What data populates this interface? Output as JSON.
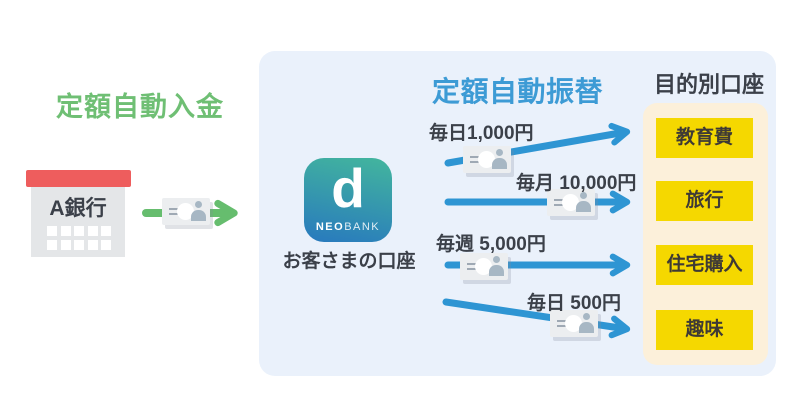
{
  "colors": {
    "deposit_green": "#6FBF74",
    "transfer_blue": "#3D9BD5",
    "arrow_blue": "#2E95D3",
    "arrow_green": "#66BD6E",
    "panel_light_blue": "#EAF1FB",
    "panel_cream": "#FCF0DA",
    "account_yellow": "#F5D800",
    "bank_roof_red": "#EE5D5D",
    "text_dark": "#3B4049"
  },
  "deposit_section": {
    "title": "定額自動入金",
    "bank_name": "A銀行"
  },
  "customer_account": {
    "app_letter": "d",
    "brand_neo": "NEO",
    "brand_bank": "BANK",
    "label": "お客さまの口座"
  },
  "transfer_section": {
    "title": "定額自動振替",
    "transfers": [
      {
        "amount": "毎日1,000円",
        "destination": "教育費"
      },
      {
        "amount": "毎月 10,000円",
        "destination": "旅行"
      },
      {
        "amount": "毎週 5,000円",
        "destination": "住宅購入"
      },
      {
        "amount": "毎日 500円",
        "destination": "趣味"
      }
    ]
  },
  "purpose_section": {
    "title": "目的別口座",
    "accounts": [
      "教育費",
      "旅行",
      "住宅購入",
      "趣味"
    ]
  }
}
